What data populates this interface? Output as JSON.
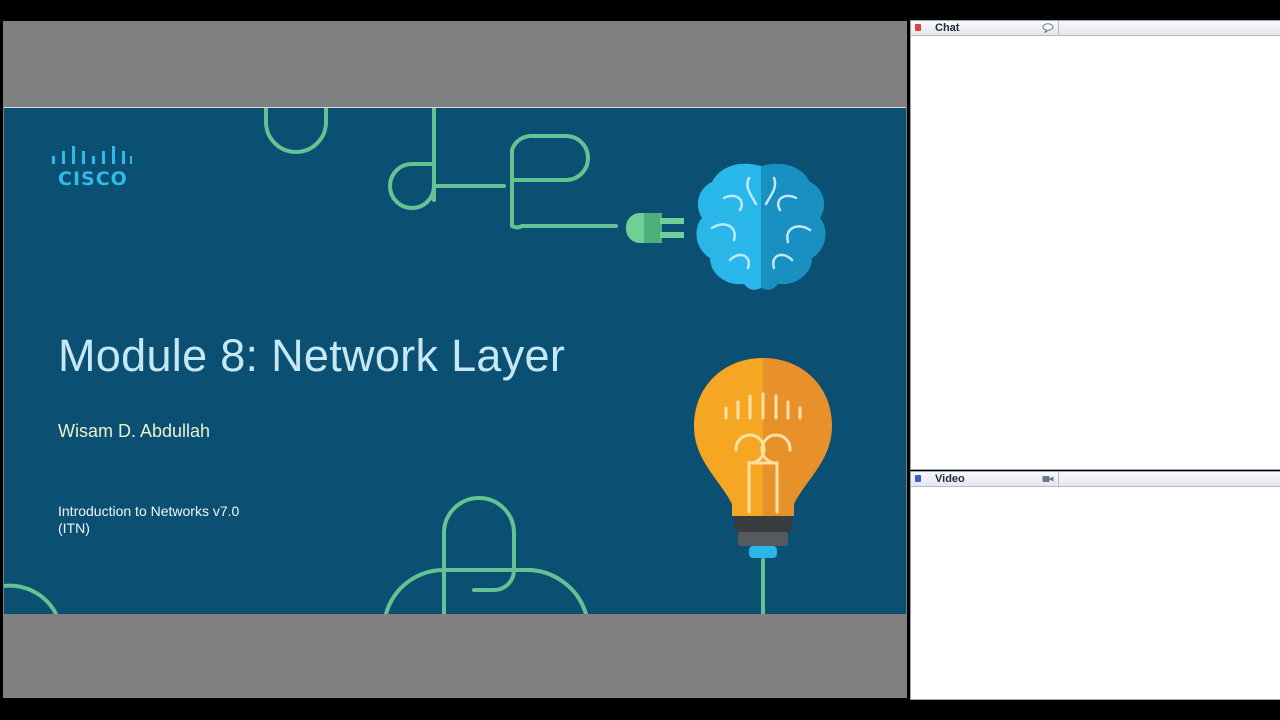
{
  "slide": {
    "logo_text": "CISCO",
    "title": "Module 8: Network Layer",
    "author": "Wisam D. Abdullah",
    "course_line1": "Introduction  to Networks  v7.0",
    "course_line2": "(ITN)"
  },
  "panels": {
    "chat": {
      "title": "Chat",
      "icon": "chat-bubble-icon",
      "status_color": "#e04040"
    },
    "video": {
      "title": "Video",
      "icon": "video-camera-icon",
      "status_color": "#3a5fc8"
    }
  },
  "colors": {
    "slide_bg": "#0b4f73",
    "stage_bg": "#808080",
    "accent_green": "#6fcf97",
    "logo_blue": "#2dbbe8",
    "bulb_orange": "#f5a623"
  }
}
